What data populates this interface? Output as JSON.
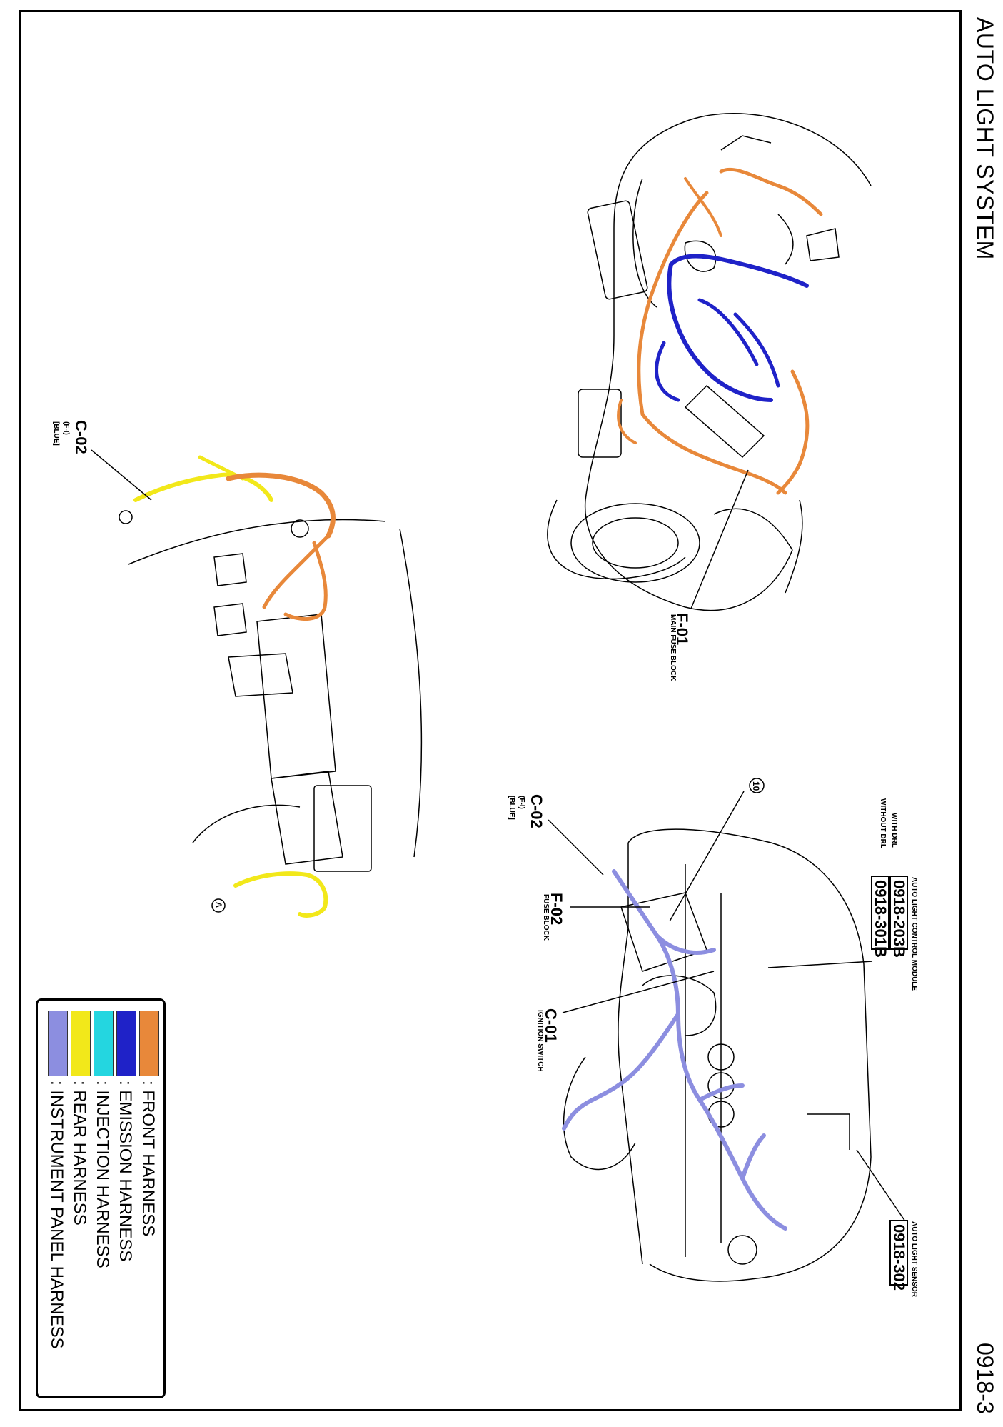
{
  "title": "AUTO LIGHT SYSTEM",
  "page_number": "0918-3",
  "labels": {
    "f01": {
      "code": "F-01",
      "name": "MAIN FUSE BLOCK"
    },
    "c02_left": {
      "code": "C-02",
      "sub1": "(F-I)",
      "sub2": "[BLUE]"
    },
    "c02_right": {
      "code": "C-02",
      "sub1": "(F-I)",
      "sub2": "[BLUE]"
    },
    "f02": {
      "code": "F-02",
      "name": "FUSE BLOCK"
    },
    "c01": {
      "code": "C-01",
      "name": "IGNITION SWITCH"
    },
    "with_drl": "WITH DRL",
    "without_drl": "WITHOUT DRL",
    "module_name": "AUTO LIGHT CONTROL MODULE",
    "module_code_1": "0918-203B",
    "module_code_2": "0918-301B",
    "sensor_name": "AUTO LIGHT SENSOR",
    "sensor_code": "0918-302",
    "marker_10": "10",
    "marker_a": "A"
  },
  "legend": [
    {
      "color": "#e8883a",
      "label": ": FRONT HARNESS",
      "icon": "orange-swatch"
    },
    {
      "color": "#1f22c8",
      "label": ": EMISSION HARNESS",
      "icon": "blue-swatch"
    },
    {
      "color": "#24d6e0",
      "label": ": INJECTION HARNESS",
      "icon": "cyan-swatch"
    },
    {
      "color": "#f2e81a",
      "label": ": REAR HARNESS",
      "icon": "yellow-swatch"
    },
    {
      "color": "#8c8ee0",
      "label": ": INSTRUMENT PANEL HARNESS",
      "icon": "lavender-swatch"
    }
  ]
}
